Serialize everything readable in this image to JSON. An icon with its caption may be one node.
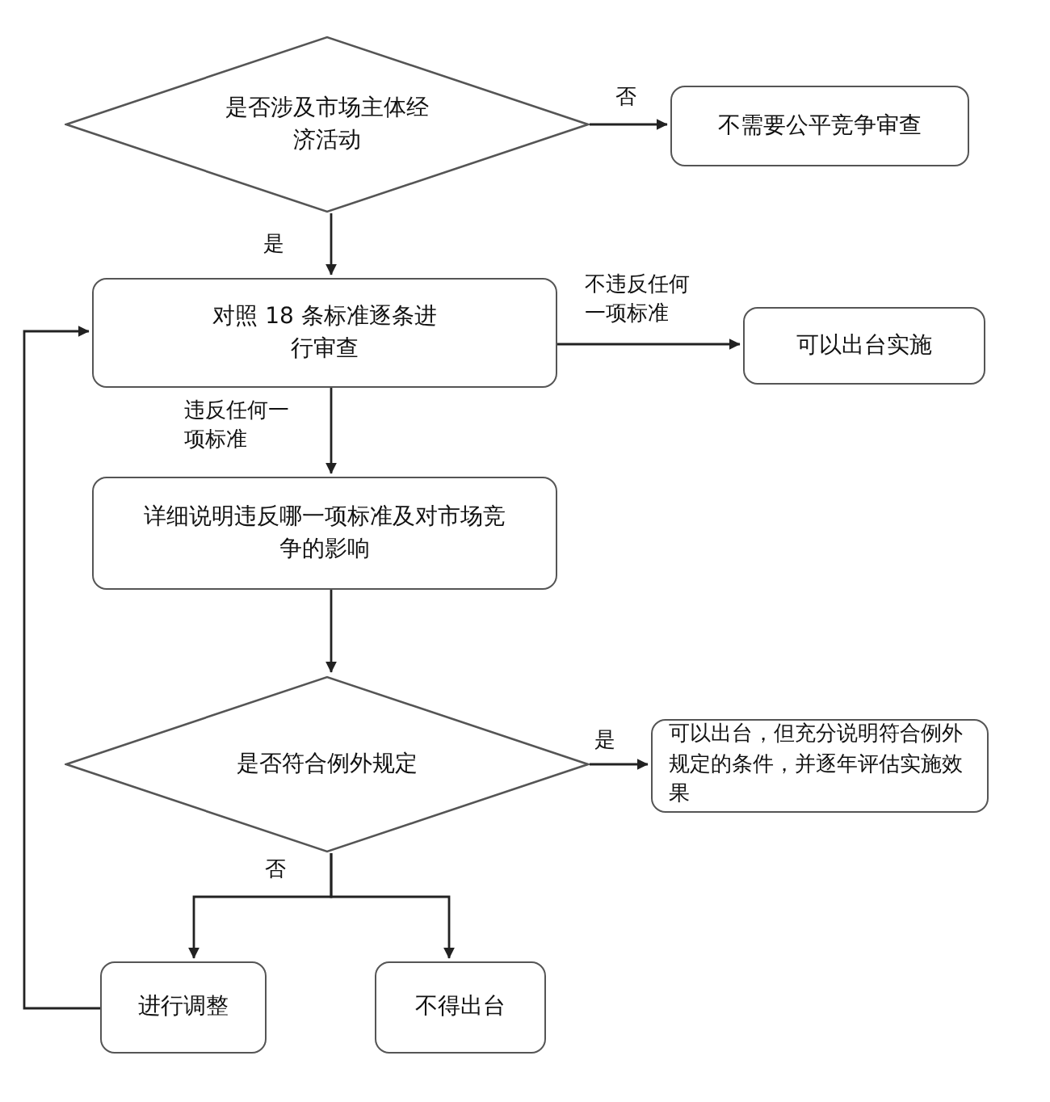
{
  "diagram": {
    "nodes": [
      {
        "text": [
          "是否涉及市场主体经济活动"
        ]
      },
      {
        "text": [
          "不需要公平竞争审查"
        ]
      },
      {
        "text": [
          "对照 18 条标准逐条进行审查"
        ]
      },
      {
        "text": [
          "可以出台实施"
        ]
      },
      {
        "text": [
          "详细说明违反哪一项标准及对市场竞争的影响"
        ]
      },
      {
        "text": [
          "是否符合例外规定"
        ]
      },
      {
        "text": [
          "可以出台，但充分说明符合例外规定的条件，并逐年评估实施效果"
        ]
      },
      {
        "text": [
          "进行调整"
        ]
      },
      {
        "text": [
          "不得出台"
        ]
      }
    ],
    "edges": [
      {
        "from": 0,
        "to": 1,
        "arrow": "to",
        "label": "否"
      },
      {
        "from": 0,
        "to": 2,
        "arrow": "to",
        "label": "是"
      },
      {
        "from": 2,
        "to": 3,
        "arrow": "to",
        "label": "不违反任何一项标准"
      },
      {
        "from": 2,
        "to": 4,
        "arrow": "to",
        "label": "违反任何一项标准"
      },
      {
        "from": 4,
        "to": 5,
        "arrow": "to"
      },
      {
        "from": 5,
        "to": 6,
        "arrow": "to",
        "label": "是"
      },
      {
        "from": 5,
        "to": 7,
        "arrow": "to",
        "label": "否"
      },
      {
        "from": 5,
        "to": 8,
        "arrow": "to"
      },
      {
        "from": 7,
        "to": 2,
        "arrow": "to"
      }
    ]
  }
}
